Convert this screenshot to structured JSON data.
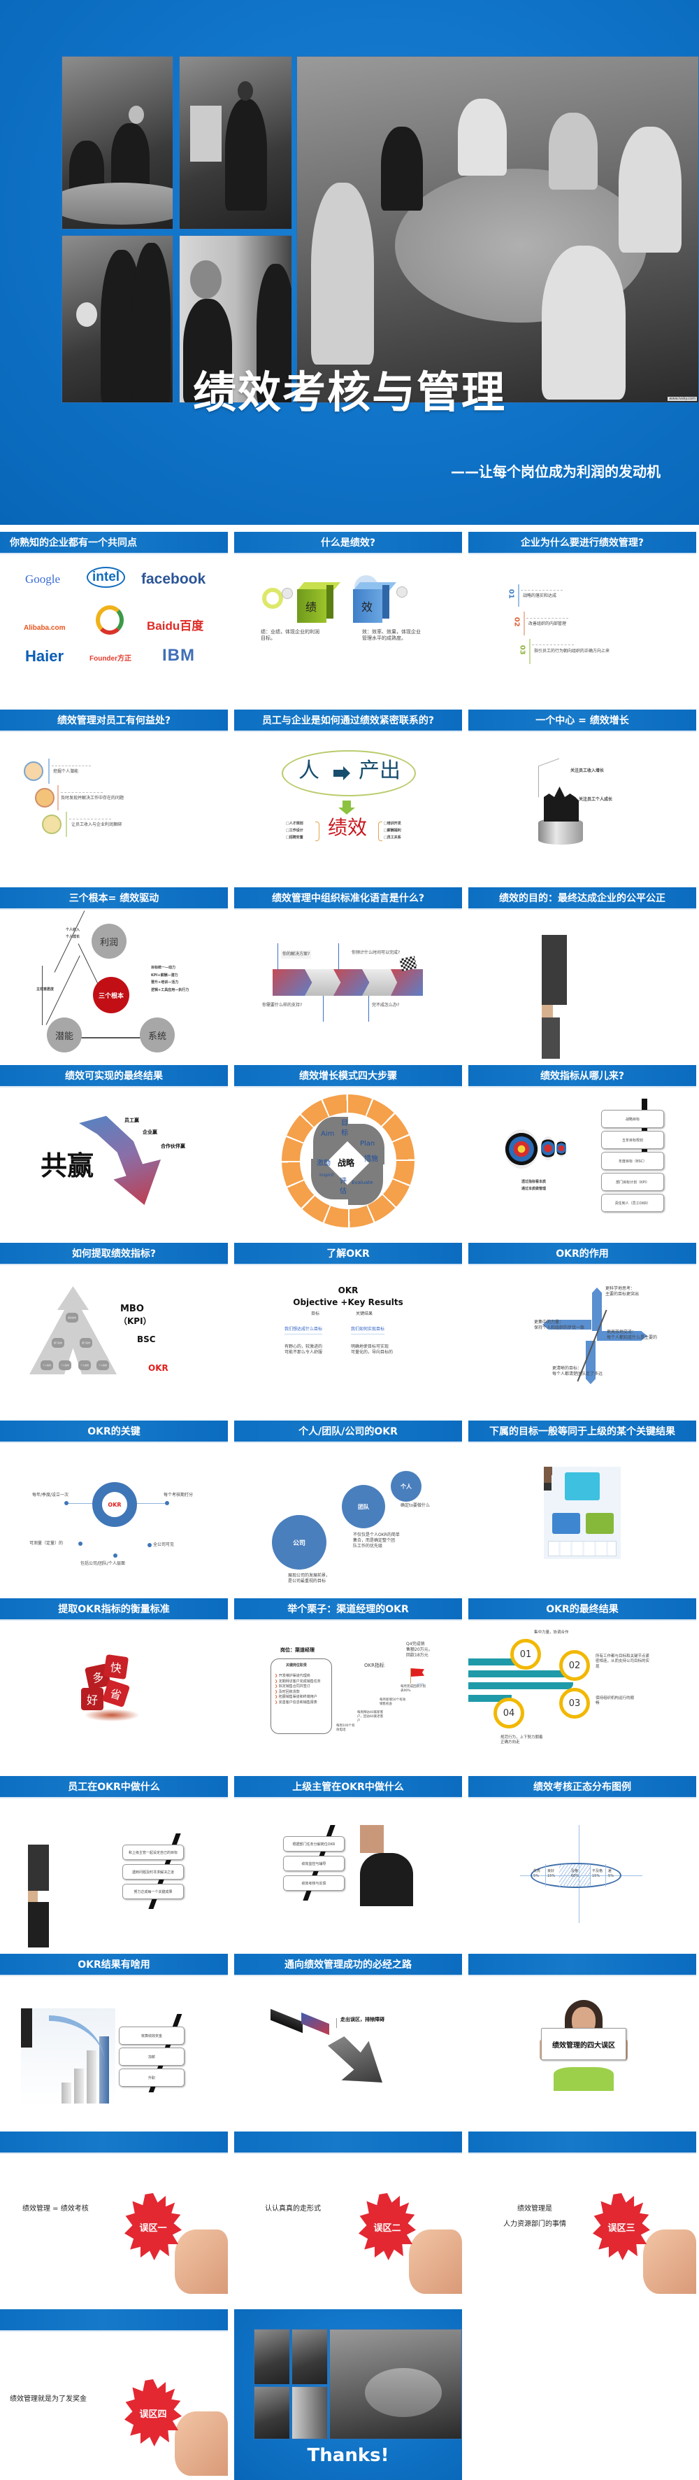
{
  "cover": {
    "title": "绩效考核与管理",
    "subtitle": "——让每个岗位成为利润的发动机",
    "watermark": "www.ivsky.com"
  },
  "slides": [
    {
      "title": "你熟知的企业都有一个共同点",
      "logos": [
        "Google",
        "intel",
        "facebook",
        "Alibaba.com",
        "Baidu百度",
        "Haier",
        "Founder方正",
        "IBM"
      ]
    },
    {
      "title": "什么是绩效?",
      "cube_left": "绩",
      "cube_right": "效",
      "desc_left": "绩：业绩，体现企业的利润目标。",
      "desc_left_lines": [
        "绩：业绩，体现企业的利润",
        "目标。"
      ],
      "desc_right_lines": [
        "效：效率、效果，体现企业",
        "管理水平的成熟度。"
      ]
    },
    {
      "title": "企业为什么要进行绩效管理?",
      "items": [
        {
          "num": "01",
          "text": "战略的落实和达成",
          "color": "#3b7fc4"
        },
        {
          "num": "02",
          "text": "改善组织的内部管理",
          "color": "#d9623a"
        },
        {
          "num": "03",
          "text": "指引员工的行为朝向组织的正确方向上来",
          "color": "#8db33a"
        }
      ]
    },
    {
      "title": "绩效管理对员工有何益处?",
      "items": [
        "挖掘个人潜能",
        "及时发现并解决工作中存在的问题",
        "让员工收入与企业利润捆绑"
      ]
    },
    {
      "title": "员工与企业是如何通过绩效紧密联系的?",
      "left_word": "人",
      "right_word": "产出",
      "center_word": "绩效",
      "left_items": [
        "□人才规划",
        "□工作设计",
        "□招聘安置"
      ],
      "right_items": [
        "□培训开发",
        "□薪酬福利",
        "□员工关系"
      ]
    },
    {
      "title": "一个中心 = 绩效增长",
      "labels": [
        "关注员工收入增长",
        "关注员工个人成长"
      ]
    },
    {
      "title": "三个根本= 绩效驱动",
      "center": "三个根本",
      "nodes": [
        "利润",
        "潜能",
        "系统"
      ],
      "profit_notes": [
        "个人收入",
        "个人成长"
      ],
      "potential_note": "主观意愿度",
      "system_notes": [
        "目标统一—动力",
        "KPI+薪酬—潜力",
        "晋升+培训—活力",
        "逻辑+工具应用—执行力"
      ]
    },
    {
      "title": "绩效管理中组织标准化语言是什么?",
      "questions_top": [
        "你的解决方案?",
        "你预计什么时间可以完成?"
      ],
      "questions_bottom": [
        "你需要什么样的支持?",
        "完不成怎么办?"
      ]
    },
    {
      "title": "绩效的目的：最终达成企业的公平公正"
    },
    {
      "title": "绩效可实现的最终结果",
      "calligraphy": "共赢",
      "wins": [
        "员工赢",
        "企业赢",
        "合作伙伴赢"
      ]
    },
    {
      "title": "绩效增长模式四大步骤",
      "center": "战略",
      "quadrants": [
        {
          "cn": "目标",
          "en": "Aim",
          "sub": "1. 设定明确的目标"
        },
        {
          "cn": "措施",
          "en": "Plan",
          "sub": "2. 行动计划"
        },
        {
          "cn": "评估",
          "en": "Evaluate",
          "sub": "3. 绩效评估"
        },
        {
          "cn": "激励",
          "en": "Inspirit",
          "sub": "4. 绩效激励"
        }
      ]
    },
    {
      "title": "绩效指标从哪儿来?",
      "steps": [
        "战略目标",
        "五年目标规划",
        "年度目标（BSC）",
        "部门目标计划（KPI）",
        "责任到人（员工OKR）"
      ],
      "notes": [
        "透过指标看本质",
        "通过本质做管理"
      ]
    },
    {
      "title": "如何提取绩效指标?",
      "labels": [
        "MBO",
        "（KPI）",
        "BSC",
        "OKR"
      ],
      "pyramid_boxes": [
        "组织目标",
        "组织绩效",
        "部门绩效",
        "部门绩效",
        "个人绩效",
        "个人绩效",
        "个人绩效",
        "个人绩效"
      ]
    },
    {
      "title": "了解OKR",
      "heading": "OKR",
      "subheading": "Objective +Key Results",
      "col_heads": [
        "目标",
        "关键结果"
      ],
      "col_links": [
        "我们想达成什么目标",
        "我们如何实现目标"
      ],
      "col_desc": [
        [
          "有野心的，较激进的",
          "可能不那么令人舒服"
        ],
        [
          "明确地使目标可实现",
          "可量化的，导向目标的"
        ]
      ]
    },
    {
      "title": "OKR的作用",
      "points": [
        {
          "head": "更科学地思考：",
          "body": "主要的目标更突出"
        },
        {
          "head": "更集中的力量：",
          "body": "保持个人和组织的步伐一致"
        },
        {
          "head": "更高效地交流：",
          "body": "每个人都知道什么是主要的"
        },
        {
          "head": "更清晰的目标：",
          "body": "每个人都清楚团队走了多远"
        }
      ]
    },
    {
      "title": "OKR的关键",
      "center": "OKR",
      "points": [
        "每年/季度/设立一次",
        "每个考核期打分",
        "可测量（定量）的",
        "全公司可见",
        "包括公司/团队/个人层面"
      ]
    },
    {
      "title": "个人/团队/公司的OKR",
      "bubbles": [
        "个人",
        "团队",
        "公司"
      ],
      "notes": [
        "确定to要做什么",
        "不仅仅是个人OKR的简单集合，而是确定整个团队工作的优先级",
        "展现公司的发展前景，是公司最重视的目标"
      ],
      "team_lines": [
        "不仅仅是个人OKR的简单",
        "集合，而是确定整个团",
        "队工作的优先级"
      ],
      "company_lines": [
        "展现公司的发展前景，",
        "是公司最重视的目标"
      ]
    },
    {
      "title": "下属的目标一般等同于上级的某个关键结果"
    },
    {
      "title": "提取OKR指标的衡量标准",
      "dice": [
        "多",
        "快",
        "好",
        "省"
      ]
    },
    {
      "title": "举个栗子：渠道经理的OKR",
      "position": "岗位：渠道经理",
      "duty_title": "关键岗位职责",
      "duties": [
        "开发维护渠道代理商",
        "定期拜访客户完成销售任务",
        "拟定销售合同并签订",
        "及时回收货款",
        "拓展销售渠道和终端用户",
        "完善客户信息和销售报表"
      ],
      "okr_label": "OKR指标",
      "goal": [
        "Q4完成销",
        "售额20万元，",
        "回款18万元"
      ],
      "stairs": [
        "每周100个有效电话",
        "每周拜访40家新客户，回访60家老客户",
        "每月新增50个有效销售机会",
        "每月完成回款计划表90%"
      ]
    },
    {
      "title": "OKR的最终结果",
      "items": [
        {
          "num": "01",
          "text": "集中力量，协调合作"
        },
        {
          "num": "02",
          "text": "所有工作都与目标和关键节点紧密相连，从而支持公司目标的实现"
        },
        {
          "num": "03",
          "text": "保持组织机构运行的顺畅"
        },
        {
          "num": "04",
          "text": "规范行为，上下努力朝着正确方向走"
        }
      ]
    },
    {
      "title": "员工在OKR中做什么",
      "steps": [
        "和上级主管一起设定自己的目标",
        "遇到问题及时寻求解决之道",
        "努力达成每一个关键成果"
      ]
    },
    {
      "title": "上级主管在OKR中做什么",
      "steps": [
        "根据部门任务分解岗位OKR",
        "绩效监控与辅导",
        "绩效考核与反馈"
      ]
    },
    {
      "title": "绩效考核正态分布图例"
    },
    {
      "title": "OKR结果有啥用",
      "steps": [
        "核算绩效奖金",
        "加薪",
        "升职"
      ]
    },
    {
      "title": "通向绩效管理成功的必经之路",
      "label": "走出误区，排除障碍"
    },
    {
      "title": "",
      "sign": "绩效管理的四大误区"
    },
    {
      "title": "",
      "text_lines": [
        "绩效管理 = 绩效考核"
      ],
      "badge": "误区一"
    },
    {
      "title": "",
      "text_lines": [
        "认认真真的走形式"
      ],
      "badge": "误区二"
    },
    {
      "title": "",
      "text_lines": [
        "绩效管理是",
        "人力资源部门的事情"
      ],
      "badge": "误区三"
    },
    {
      "title": "",
      "text_lines": [
        "绩效管理就是为了发奖金"
      ],
      "badge": "误区四"
    },
    {
      "title": "",
      "thanks": "Thanks!"
    }
  ],
  "chart_data": {
    "type": "area",
    "title": "绩效考核正态分布图例",
    "categories": [
      "优秀",
      "良好",
      "及格",
      "不及格",
      "差"
    ],
    "values": [
      5,
      15,
      60,
      15,
      5
    ],
    "unit": "%",
    "xlabel": "",
    "ylabel": "",
    "highlight": "及格"
  },
  "colors": {
    "brand_blue": "#0d6fc2",
    "accent_red": "#c8161d",
    "burst_red": "#e32832",
    "orange": "#f5a04a",
    "teal": "#1f9aa8",
    "gold": "#f2b800"
  }
}
